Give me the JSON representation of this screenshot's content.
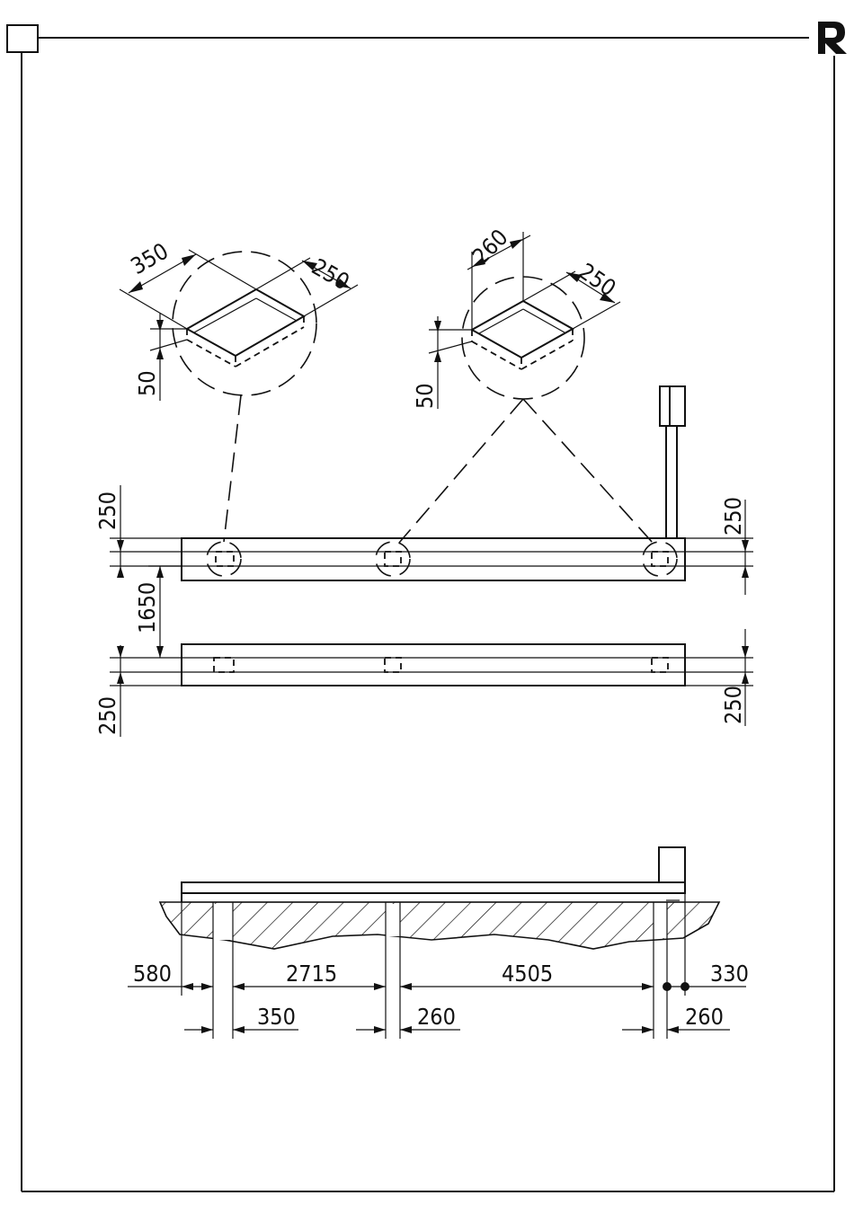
{
  "sheet": {
    "brand_mark": "R",
    "colors": {
      "line": "#111111",
      "background": "#ffffff"
    }
  },
  "detail_left": {
    "length": "350",
    "width": "250",
    "depth": "50"
  },
  "detail_right": {
    "length": "260",
    "width": "250",
    "depth": "50"
  },
  "plan_view": {
    "left_offset_top": "250",
    "right_offset_top": "250",
    "spacing": "1650",
    "left_offset_bottom": "250",
    "right_offset_bottom": "250"
  },
  "elevation": {
    "dim_580": "580",
    "dim_2715": "2715",
    "dim_4505": "4505",
    "dim_330": "330",
    "dim_350": "350",
    "dim_260_mid": "260",
    "dim_260_right": "260"
  }
}
